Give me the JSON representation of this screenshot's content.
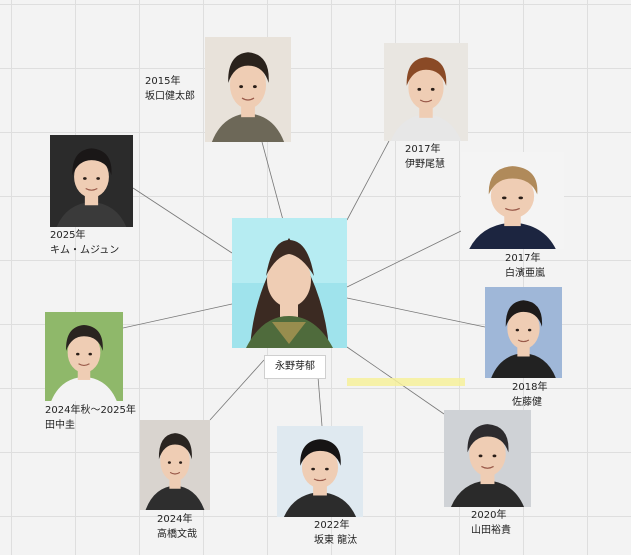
{
  "center": {
    "name": "永野芽郁",
    "photo_icon": "portrait-photo"
  },
  "nodes": [
    {
      "id": "sakaguchi",
      "year": "2015年",
      "name": "坂口健太郎",
      "bg": "#e8e2da",
      "hair": "#2a221c",
      "shirt": "#6d6858"
    },
    {
      "id": "ino",
      "year": "2017年",
      "name": "伊野尾慧",
      "bg": "#e9e6e1",
      "hair": "#8a4a26",
      "shirt": "#e7e7e7"
    },
    {
      "id": "kim",
      "year": "2025年",
      "name": "キム・ムジュン",
      "bg": "#2b2b2b",
      "hair": "#1a1717",
      "shirt": "#3a3a3a"
    },
    {
      "id": "shirahama",
      "year": "2017年",
      "name": "白濱亜嵐",
      "bg": "#f4f4f4",
      "hair": "#b08a5a",
      "shirt": "#1c2540"
    },
    {
      "id": "sato",
      "year": "2018年",
      "name": "佐藤健",
      "bg": "#9fb7d8",
      "hair": "#1e1b1a",
      "shirt": "#222222"
    },
    {
      "id": "tanaka",
      "year": "2024年秋～2025年",
      "name": "田中圭",
      "bg": "#8fb86a",
      "hair": "#2a2420",
      "shirt": "#f3f3f3"
    },
    {
      "id": "takahashi",
      "year": "2024年",
      "name": "高橋文哉",
      "bg": "#d9d4cf",
      "hair": "#2a2420",
      "shirt": "#2e2e2e"
    },
    {
      "id": "bando",
      "year": "2022年",
      "name": "坂東 龍汰",
      "bg": "#dfe9f0",
      "hair": "#161414",
      "shirt": "#2c2c2c"
    },
    {
      "id": "yamada",
      "year": "2020年",
      "name": "山田裕貴",
      "bg": "#cfd2d6",
      "hair": "#2d2b2e",
      "shirt": "#2a2a2a"
    }
  ],
  "colors": {
    "edge": "#777777",
    "skin": "#efcdb4",
    "center_bg": "#9fe3ec"
  }
}
